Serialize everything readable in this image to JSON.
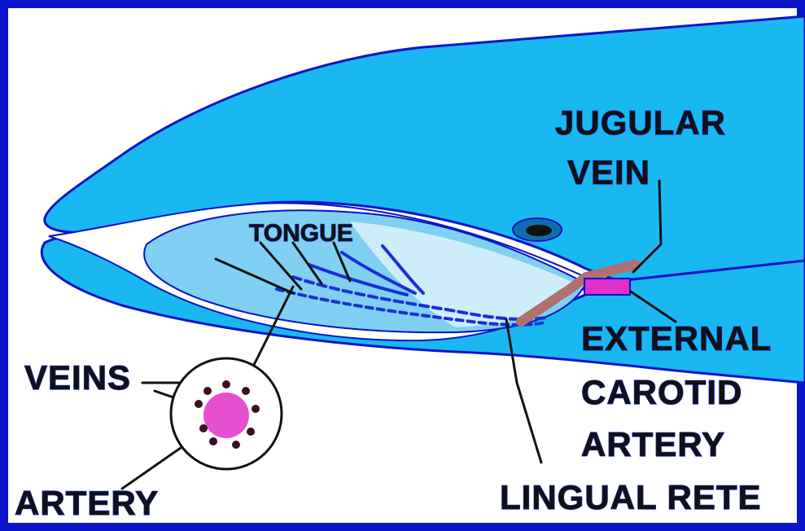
{
  "labels": {
    "jugular_line1": "JUGULAR",
    "jugular_line2": "VEIN",
    "tongue": "TONGUE",
    "external_line1": "EXTERNAL",
    "external_line2": "CAROTID",
    "external_line3": "ARTERY",
    "lingual_rete": "LINGUAL RETE",
    "veins": "VEINS",
    "artery": "ARTERY"
  },
  "colors": {
    "border": "#0a14c8",
    "body": "#1ab8f0",
    "mouth_lining": "#ffffff",
    "tongue": "#7fd0f2",
    "tongue_tip": "#d6f0fb",
    "vessel_blue": "#1a2fd6",
    "jugular_vessel": "#b07070",
    "carotid_vessel": "#e030c8",
    "artery_dot": "#e64fd0",
    "vein_dots": "#3a1020",
    "label_text": "#111111"
  }
}
